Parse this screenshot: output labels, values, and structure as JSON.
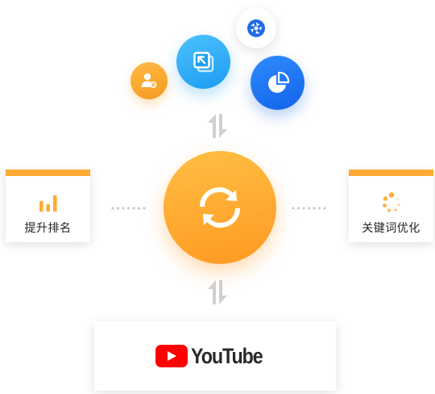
{
  "colors": {
    "accent_orange": "#ffaa33",
    "hub_orange": "#ff9a22",
    "light_blue": "#1b9bf0",
    "deep_blue": "#1263e8",
    "youtube_red": "#ff0000",
    "text_dark": "#222222",
    "arrow_gray": "#d0d0d0",
    "dot_gray": "#cccccc"
  },
  "floating_icons": [
    {
      "name": "user-gear-icon",
      "color": "#f59a1f"
    },
    {
      "name": "copy-arrow-icon",
      "color": "#1b9bf0"
    },
    {
      "name": "shutter-icon",
      "color": "#1e6be6"
    },
    {
      "name": "pie-chart-icon",
      "color": "#1263e8"
    }
  ],
  "hub": {
    "icon": "refresh-cycle-icon"
  },
  "left_card": {
    "label": "提升排名",
    "icon": "bar-chart-icon"
  },
  "right_card": {
    "label": "关键词优化",
    "icon": "dot-spinner-icon"
  },
  "platform": {
    "logo_text": "YouTube",
    "icon": "youtube-play-icon"
  }
}
